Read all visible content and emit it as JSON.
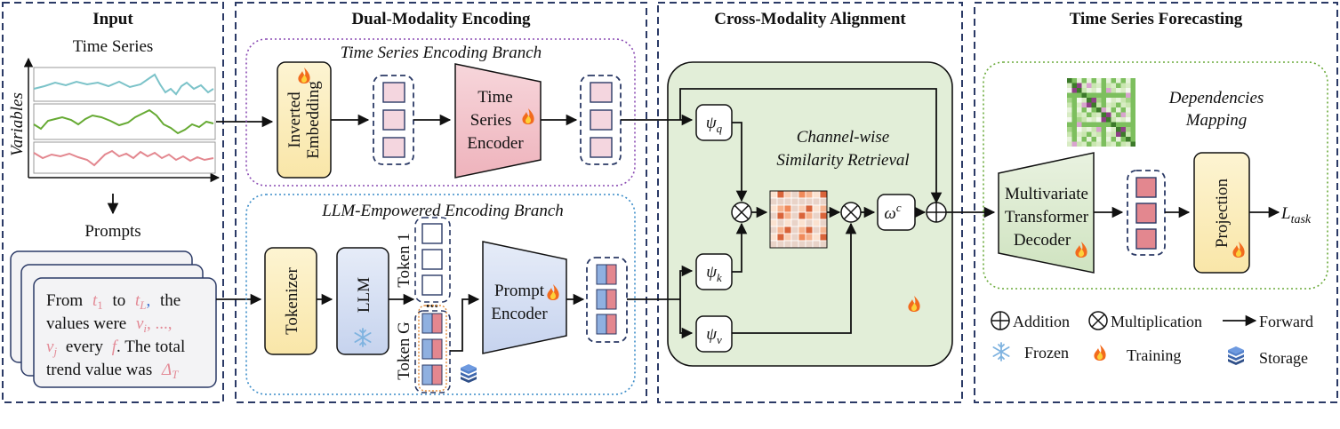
{
  "sections": {
    "input": "Input",
    "dual": "Dual-Modality Encoding",
    "cross": "Cross-Modality Alignment",
    "forecast": "Time Series Forecasting"
  },
  "input": {
    "ts_label": "Time Series",
    "variables": "Variables",
    "prompts_label": "Prompts",
    "prompt_text": {
      "w_from": "From",
      "t1": "t",
      "t1_sub": "1",
      "w_to": "to",
      "tL": "t",
      "tL_sub": "L",
      "comma1": ",",
      "w_the": "the",
      "w_values_were": "values were",
      "vi": "v",
      "vi_sub": "i",
      "ellipsis": ", ...,",
      "vj": "v",
      "vj_sub": "j",
      "w_every": "every",
      "f": "f",
      "w_total": ". The total",
      "w_trend": "trend value was",
      "delta": "Δ",
      "delta_sub": "T"
    }
  },
  "dual": {
    "ts_branch": "Time Series Encoding Branch",
    "inverted1": "Inverted",
    "inverted2": "Embedding",
    "ts_enc1": "Time",
    "ts_enc2": "Series",
    "ts_enc3": "Encoder",
    "llm_branch": "LLM-Empowered Encoding Branch",
    "tokenizer": "Tokenizer",
    "llm": "LLM",
    "token1": "Token 1",
    "tokenG": "Token G",
    "dots": "...",
    "prompt_enc1": "Prompt",
    "prompt_enc2": "Encoder"
  },
  "cross": {
    "psi_q": "ψ",
    "q": "q",
    "psi_k": "ψ",
    "k": "k",
    "psi_v": "ψ",
    "v": "v",
    "retrieval1": "Channel-wise",
    "retrieval2": "Similarity Retrieval",
    "omega": "ω",
    "omega_sup": "c"
  },
  "forecast": {
    "dep1": "Dependencies",
    "dep2": "Mapping",
    "dec1": "Multivariate",
    "dec2": "Transformer",
    "dec3": "Decoder",
    "projection": "Projection",
    "loss": "L",
    "loss_sub": "task"
  },
  "legend": {
    "addition": "Addition",
    "multiplication": "Multiplication",
    "forward": "Forward",
    "frozen": "Frozen",
    "training": "Training",
    "storage": "Storage"
  },
  "colors": {
    "frame": "#2b3a66",
    "ts_line": "#7cc3c9",
    "green_line": "#66aa33",
    "red_line": "#e3878f",
    "pink_cell": "#f4d6df",
    "orange_box": "#fdf0c6",
    "pink_box": "#f0c4cb",
    "blue_box": "#dbe3f3",
    "green_box": "#e2eed8",
    "pink_text": "#e38a96",
    "blue_text": "#3b6fd0"
  }
}
